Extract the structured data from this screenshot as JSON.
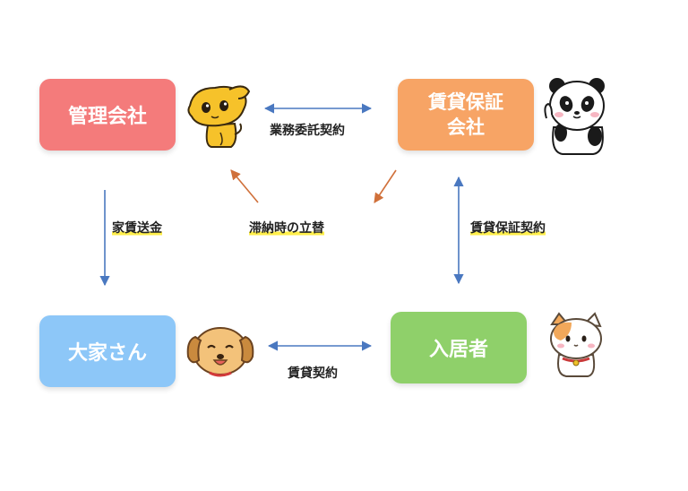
{
  "boxes": {
    "management_company": "管理会社",
    "guarantee_company_line1": "賃貸保証",
    "guarantee_company_line2": "会社",
    "landlord": "大家さん",
    "tenant": "入居者"
  },
  "labels": {
    "business_contract": "業務委託契約",
    "rent_remittance": "家賃送金",
    "advance_payment": "滞納時の立替",
    "guarantee_contract": "賃貸保証契約",
    "lease_contract": "賃貸契約"
  },
  "colors": {
    "management_company": "#f47b7b",
    "guarantee_company": "#f7a465",
    "landlord": "#8dc7f8",
    "tenant": "#8fd06a",
    "blue_arrow": "#4a78c0",
    "orange_arrow": "#d0703a",
    "highlight": "#ffef4a"
  },
  "characters": [
    "yellow-creature-icon",
    "panda-icon",
    "puppy-icon",
    "calico-cat-icon"
  ]
}
